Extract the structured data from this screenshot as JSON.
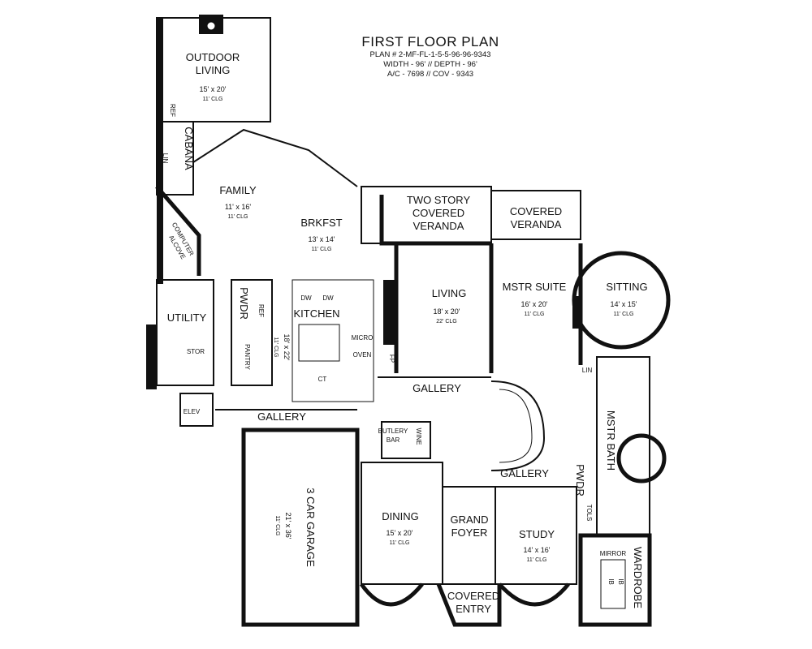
{
  "header": {
    "title": "FIRST FLOOR PLAN",
    "lines": [
      "PLAN # 2-MF-FL-1-5-5-96-96-9343",
      "WIDTH - 96' // DEPTH - 96'",
      "A/C - 7698 // COV - 9343"
    ]
  },
  "rooms": {
    "outdoor_living": {
      "name1": "OUTDOOR",
      "name2": "LIVING",
      "dim": "15' x 20'",
      "clg": "11' CLG"
    },
    "cabana": {
      "name": "CABANA"
    },
    "lin_cabana": "LIN",
    "ref_outdoor": "REF",
    "family": {
      "name": "FAMILY",
      "dim": "11' x 16'",
      "clg": "11' CLG"
    },
    "computer_alcove": {
      "name1": "COMPUTER",
      "name2": "ALCOVE"
    },
    "brkfst": {
      "name": "BRKFST",
      "dim": "13' x 14'",
      "clg": "11' CLG"
    },
    "two_story_veranda": {
      "name1": "TWO STORY",
      "name2": "COVERED",
      "name3": "VERANDA"
    },
    "covered_veranda": {
      "name1": "COVERED",
      "name2": "VERANDA"
    },
    "kitchen": {
      "name": "KITCHEN",
      "dim": "18' x 22'",
      "clg": "11' CLG"
    },
    "dw1": "DW",
    "dw2": "DW",
    "micro": "MICRO",
    "oven": "OVEN",
    "ct": "CT",
    "ref_kitchen": "REF",
    "pantry": "PANTRY",
    "pwdr1": "PWDR",
    "utility": "UTILITY",
    "stor": "STOR",
    "elev": "ELEV",
    "living": {
      "name": "LIVING",
      "dim": "18' x 20'",
      "clg": "22' CLG"
    },
    "fp_living": "FP",
    "mstr_suite": {
      "name": "MSTR SUITE",
      "dim": "16' x 20'",
      "clg": "11' CLG"
    },
    "sitting": {
      "name": "SITTING",
      "dim": "14' x 15'",
      "clg": "11' CLG"
    },
    "lin_master": "LIN",
    "mstr_bath": {
      "name": "MSTR BATH"
    },
    "gallery_main": "GALLERY",
    "gallery_left": "GALLERY",
    "gallery_right": "GALLERY",
    "butlery": {
      "name1": "BUTLERY",
      "name2": "BAR"
    },
    "wine": "WINE",
    "pwdr2": "PWDR",
    "tols": "TOLS",
    "garage": {
      "name": "3 CAR GARAGE",
      "dim": "21' x 36'",
      "clg": "11' CLG"
    },
    "dining": {
      "name": "DINING",
      "dim": "15' x 20'",
      "clg": "11' CLG"
    },
    "grand_foyer": {
      "name1": "GRAND",
      "name2": "FOYER"
    },
    "study": {
      "name": "STUDY",
      "dim": "14' x 16'",
      "clg": "11' CLG"
    },
    "covered_entry": {
      "name1": "COVERED",
      "name2": "ENTRY"
    },
    "wardrobe": {
      "name": "WARDROBE"
    },
    "mirror": "MIRROR",
    "ib1": "IB",
    "ib2": "IB"
  }
}
